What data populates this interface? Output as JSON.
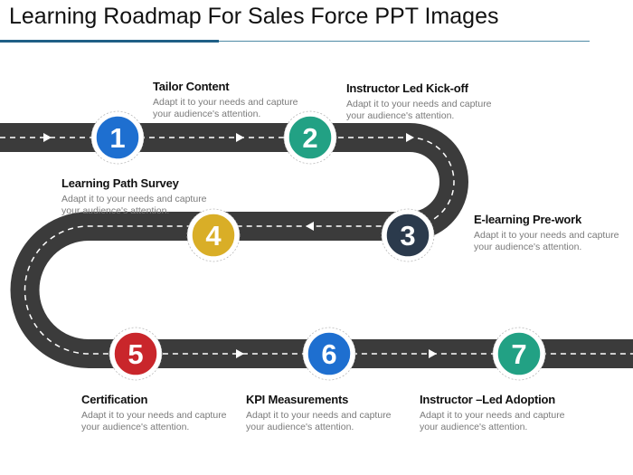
{
  "title": "Learning Roadmap For Sales Force PPT Images",
  "colors": {
    "road": "#3b3b3b",
    "lane_marking": "#ffffff",
    "title_rule": "#4f8aa6",
    "title_rule_accent": "#1f5f86"
  },
  "steps": [
    {
      "number": "1",
      "heading": "Tailor Content",
      "description": "Adapt it to your needs and capture your audience's attention.",
      "color": "#1e6fd0"
    },
    {
      "number": "2",
      "heading": "Instructor Led Kick-off",
      "description": "Adapt it to your needs and capture your audience's attention.",
      "color": "#22a184"
    },
    {
      "number": "3",
      "heading": "E-learning Pre-work",
      "description": "Adapt it to your needs and capture your audience's attention.",
      "color": "#2b3a4c"
    },
    {
      "number": "4",
      "heading": "Learning Path Survey",
      "description": "Adapt it to your needs and capture your audience's attention.",
      "color": "#d9ae27"
    },
    {
      "number": "5",
      "heading": "Certification",
      "description": "Adapt it to your needs and capture your audience's attention.",
      "color": "#c9262b"
    },
    {
      "number": "6",
      "heading": "KPI Measurements",
      "description": "Adapt it to your needs and capture your audience's attention.",
      "color": "#1e6fd0"
    },
    {
      "number": "7",
      "heading": "Instructor –Led Adoption",
      "description": "Adapt it to your needs and capture your audience's attention.",
      "color": "#22a184"
    }
  ]
}
